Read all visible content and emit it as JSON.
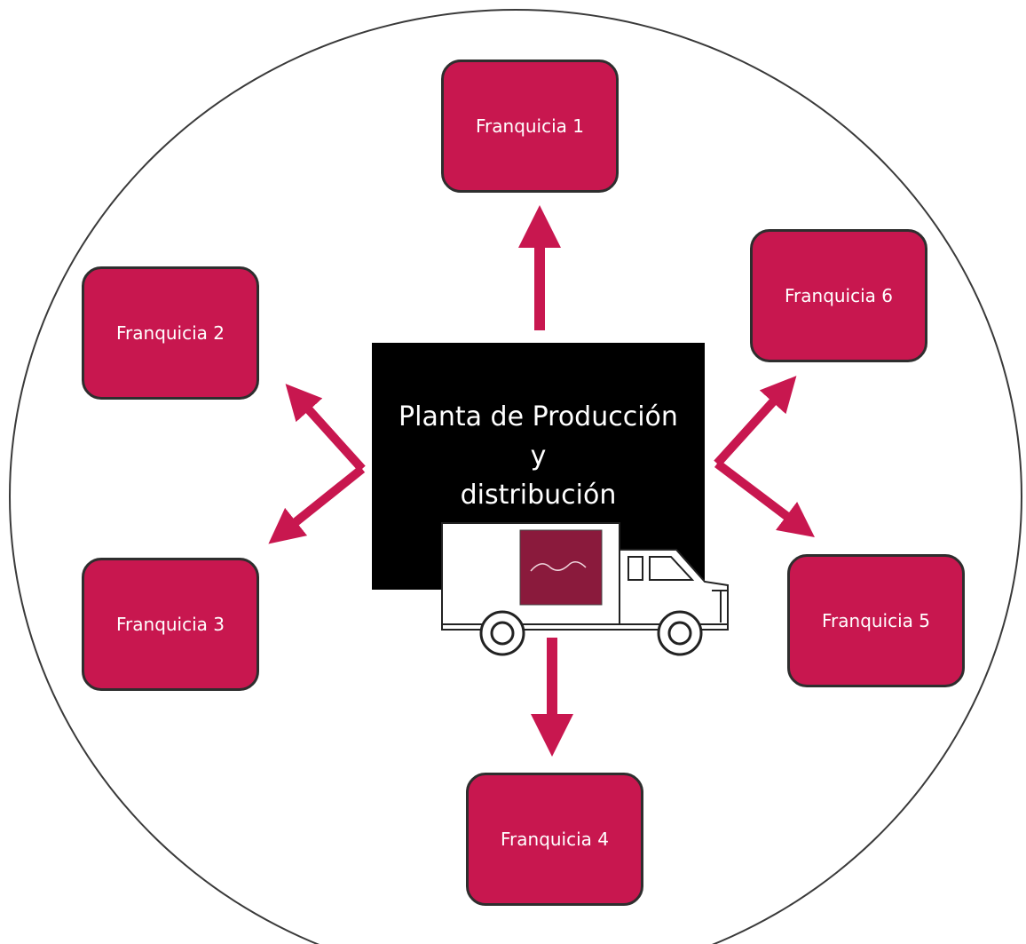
{
  "diagram": {
    "center": {
      "line1": "Planta de Producción",
      "line2": "y",
      "line3": "distribución"
    },
    "franchises": [
      {
        "label": "Franquicia 1"
      },
      {
        "label": "Franquicia 2"
      },
      {
        "label": "Franquicia 3"
      },
      {
        "label": "Franquicia 4"
      },
      {
        "label": "Franquicia 5"
      },
      {
        "label": "Franquicia 6"
      }
    ],
    "colors": {
      "box_fill": "#c8174f",
      "arrow": "#c8174f",
      "center_fill": "#000000",
      "truck_logo": "#8a1a3c"
    },
    "truck_icon": "delivery-truck"
  }
}
